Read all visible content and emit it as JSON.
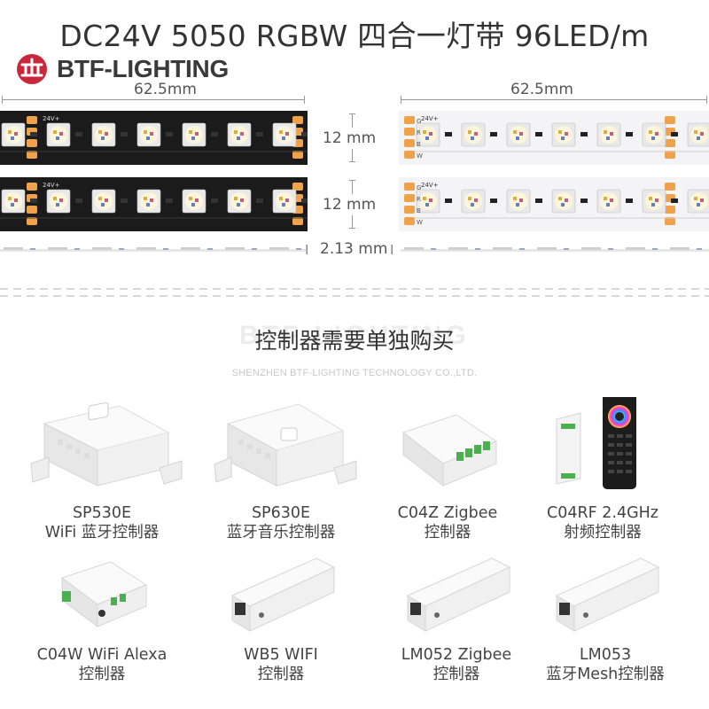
{
  "header": {
    "title": "DC24V 5050 RGBW 四合一灯带 96LED/m",
    "brand": "BTF-LIGHTING"
  },
  "dimensions": {
    "length_left": "62.5mm",
    "length_right": "62.5mm",
    "width_top": "12 mm",
    "width_bottom": "12 mm",
    "thickness": "2.13 mm"
  },
  "strip_marks": {
    "voltage": "24V+",
    "pins": [
      "G",
      "R",
      "B",
      "W"
    ]
  },
  "section": {
    "title": "控制器需要单独购买",
    "watermark_company": "SHENZHEN BTF-LIGHTING TECHNOLOGY CO.,LTD."
  },
  "products": [
    {
      "line1": "SP530E",
      "line2": "WiFi 蓝牙控制器"
    },
    {
      "line1": "SP630E",
      "line2": "蓝牙音乐控制器"
    },
    {
      "line1": "C04Z Zigbee",
      "line2": "控制器"
    },
    {
      "line1": "C04RF 2.4GHz",
      "line2": "射频控制器"
    },
    {
      "line1": "C04W WiFi Alexa",
      "line2": "控制器"
    },
    {
      "line1": "WB5 WIFI",
      "line2": "控制器"
    },
    {
      "line1": "LM052 Zigbee",
      "line2": "控制器"
    },
    {
      "line1": "LM053",
      "line2": "蓝牙Mesh控制器"
    }
  ],
  "colors": {
    "strip_black": "#1b1b1b",
    "strip_white": "#f4f4f6",
    "pad_orange": "#f0a24a",
    "led_frame": "#e9e9e9",
    "text_dark": "#333333"
  }
}
